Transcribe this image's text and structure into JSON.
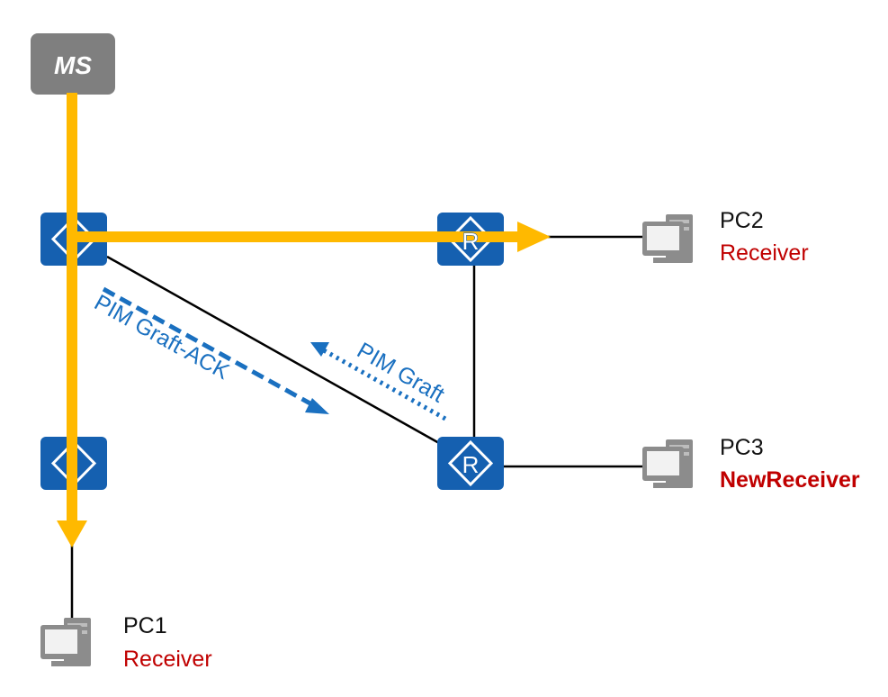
{
  "source": {
    "label": "MS",
    "color": "#7f7f7f"
  },
  "routers": [
    {
      "id": "router-1",
      "label": ""
    },
    {
      "id": "router-2",
      "label": "R"
    },
    {
      "id": "router-3",
      "label": ""
    },
    {
      "id": "router-4",
      "label": "R"
    }
  ],
  "hosts": [
    {
      "name": "PC1",
      "role": "Receiver"
    },
    {
      "name": "PC2",
      "role": "Receiver"
    },
    {
      "name": "PC3",
      "role": "NewReceiver"
    }
  ],
  "messages": {
    "graft_ack": "PIM Graft-ACK",
    "graft": "PIM Graft"
  },
  "colors": {
    "router": "#1560b0",
    "multicast_flow": "#ffb900",
    "message": "#1a70c0",
    "receiver_text": "#c00000",
    "link": "#000000"
  }
}
